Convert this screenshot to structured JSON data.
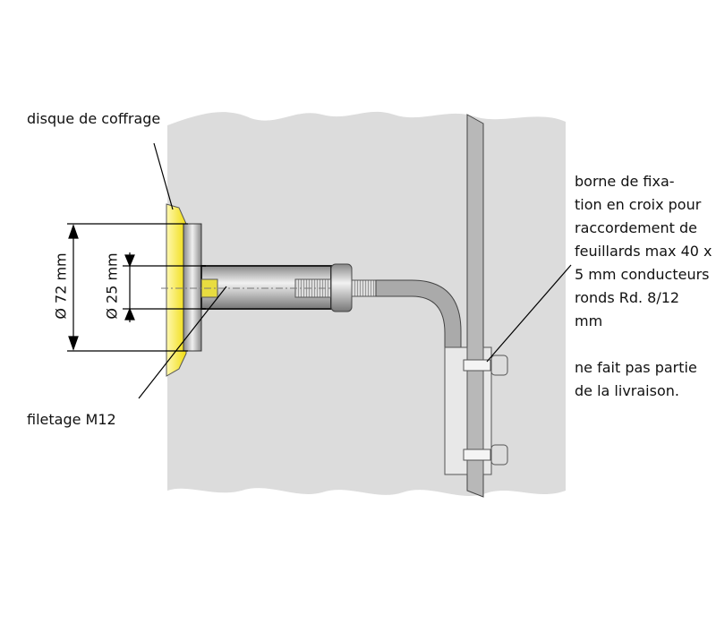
{
  "labels": {
    "formwork_disc": "disque de coffrage",
    "thread": "filetage M12",
    "dim_outer": "Ø 72 mm",
    "dim_inner": "Ø 25 mm",
    "clamp_lines": [
      "borne de fixa-",
      "tion en croix pour",
      "raccordement de",
      "feuillards max 40 x",
      "5 mm conducteurs",
      "ronds Rd. 8/12",
      "mm"
    ],
    "note_lines": [
      "ne fait pas partie",
      "de la livraison."
    ]
  },
  "colors": {
    "concrete": "#dcdcdc",
    "disc": "#f2e21a",
    "steel": "#c8c8c8"
  }
}
